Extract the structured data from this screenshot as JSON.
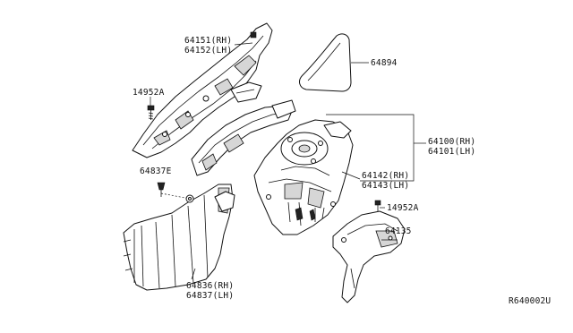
{
  "labels": {
    "p64151": "64151(RH)",
    "p64152": "64152(LH)",
    "p64894": "64894",
    "p14952a_top": "14952A",
    "p64837e": "64837E",
    "p64100": "64100(RH)",
    "p64101": "64101(LH)",
    "p64142": "64142(RH)",
    "p64143": "64143(LH)",
    "p14952a_bottom": "14952A",
    "p64135": "64135",
    "p64836": "64836(RH)",
    "p64837": "64837(LH)",
    "diagram_code": "R640002U"
  }
}
